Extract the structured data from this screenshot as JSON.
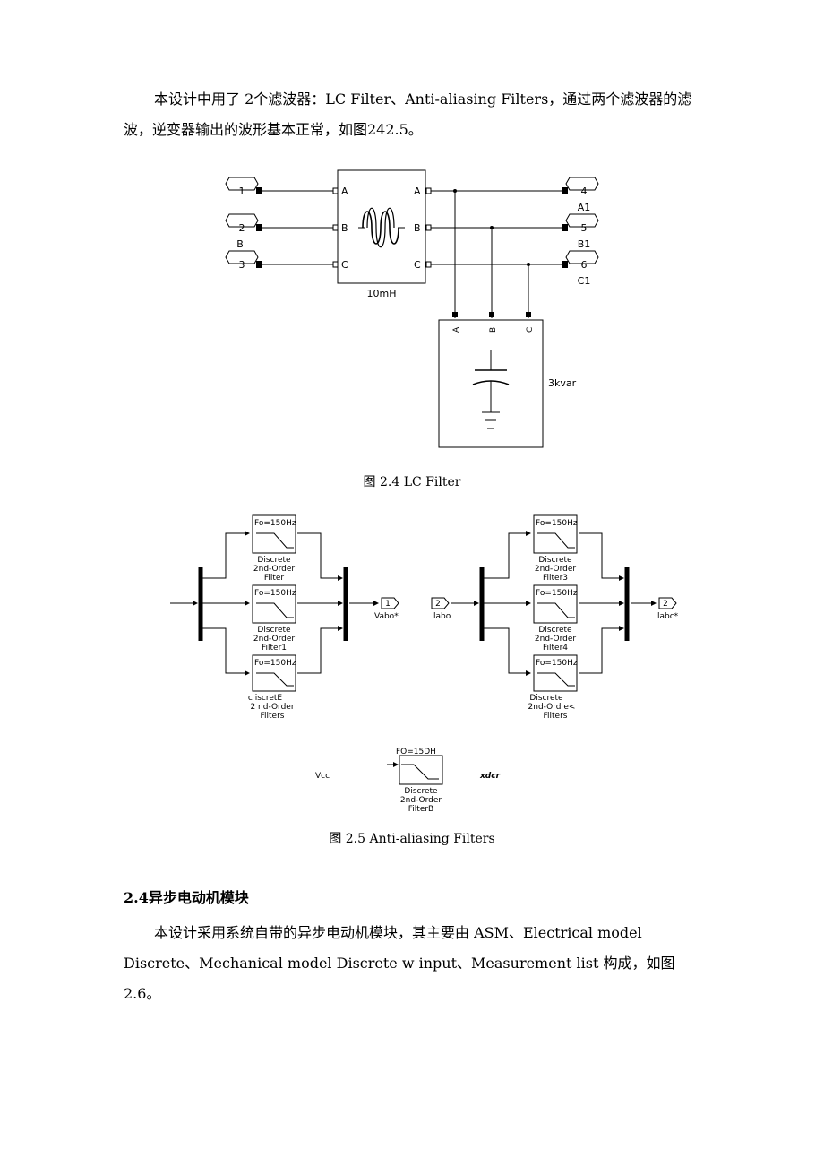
{
  "intro_paragraph": "本设计中用了 2个滤波器：LC Filter、Anti-aliasing Filters，通过两个滤波器的滤波，逆变器输出的波形基本正常，如图242.5。",
  "figure_lc": {
    "ports_in": [
      "1",
      "2",
      "3"
    ],
    "port_b_label": "B",
    "ports_out": [
      "4",
      "5",
      "6"
    ],
    "out_labels": [
      "A1",
      "B1",
      "C1"
    ],
    "inductor_pins_left": [
      "A",
      "B",
      "C"
    ],
    "inductor_pins_right": [
      "A",
      "B",
      "C"
    ],
    "inductor_value": "10mH",
    "cap_pins": [
      "A",
      "B",
      "C"
    ],
    "cap_value": "3kvar",
    "caption": "图 2.4 LC Filter"
  },
  "figure_aa": {
    "filter_param": "Fo=150Hz",
    "filter_param_short": "Fo=150Hz",
    "left_filters": [
      {
        "l1": "Discrete",
        "l2": "2nd-Order",
        "l3": "Filter"
      },
      {
        "l1": "Discrete",
        "l2": "2nd-Order",
        "l3": "Filter1"
      },
      {
        "l1": "c iscretE",
        "l2": "2 nd-Order",
        "l3": "Filters"
      }
    ],
    "right_filters": [
      {
        "l1": "Discrete",
        "l2": "2nd-Order",
        "l3": "Filter3"
      },
      {
        "l1": "Discrete",
        "l2": "2nd-Order",
        "l3": "Filter4"
      },
      {
        "l1": "Discrete",
        "l2": "2nd-Ord e<",
        "l3": "Filters"
      }
    ],
    "out_port_left": "1",
    "out_label_left": "Vabo*",
    "in_port_right": "2",
    "in_label_right": "labo",
    "out_port_right": "2",
    "out_label_right": "labc*",
    "bottom_param": "FO=15DH",
    "bottom_left_text": "Vcc",
    "bottom_right_text": "xdcr",
    "bottom_l1": "Discrete",
    "bottom_l2": "2nd-Order",
    "bottom_l3": "FilterB",
    "caption": "图  2.5 Anti-aliasing Filters"
  },
  "section_heading": "2.4异步电动机模块",
  "body_paragraph": "本设计采用系统自带的异步电动机模块，其主要由  ASM、Electrical model Discrete、Mechanical model Discrete w input、Measurement list 构成，如图  2.6。"
}
